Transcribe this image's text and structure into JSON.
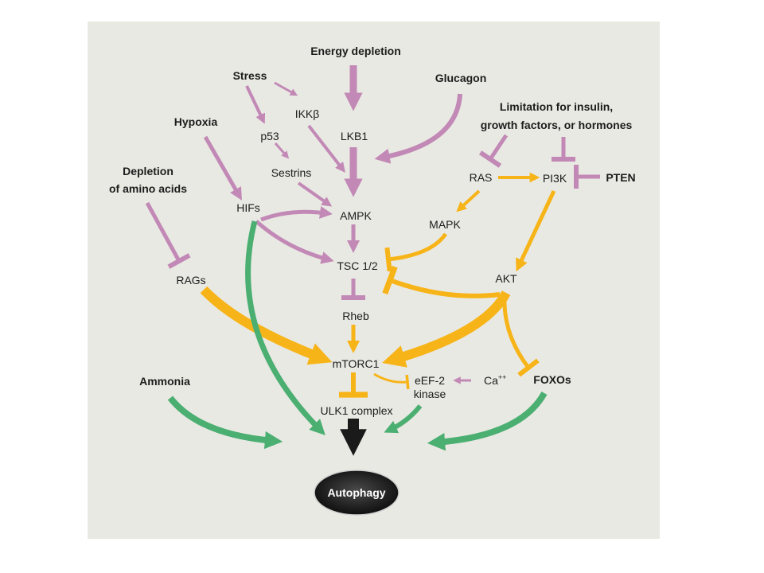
{
  "colors": {
    "panel": "#e9e9e3",
    "mauve": "#c289b6",
    "orange": "#f7b419",
    "green": "#4caf72",
    "black": "#1a1a1a",
    "oval": "#2a2a2a"
  },
  "nodes": {
    "energy_depletion": "Energy depletion",
    "stress": "Stress",
    "glucagon": "Glucagon",
    "hypoxia": "Hypoxia",
    "ikkb": "IKKβ",
    "limitation_line1": "Limitation for insulin,",
    "limitation_line2": "growth factors, or hormones",
    "p53": "p53",
    "lkb1": "LKB1",
    "depletion_line1": "Depletion",
    "depletion_line2": "of amino acids",
    "sestrins": "Sestrins",
    "ras": "RAS",
    "pi3k": "PI3K",
    "pten": "PTEN",
    "hifs": "HIFs",
    "ampk": "AMPK",
    "mapk": "MAPK",
    "tsc": "TSC 1/2",
    "rags": "RAGs",
    "akt": "AKT",
    "rheb": "Rheb",
    "mtorc1": "mTORC1",
    "eef2_line1": "eEF-2",
    "eef2_line2": "kinase",
    "ca": "Ca",
    "ca_sup": "++",
    "ammonia": "Ammonia",
    "foxos": "FOXOs",
    "ulk1": "ULK1 complex",
    "autophagy": "Autophagy"
  }
}
